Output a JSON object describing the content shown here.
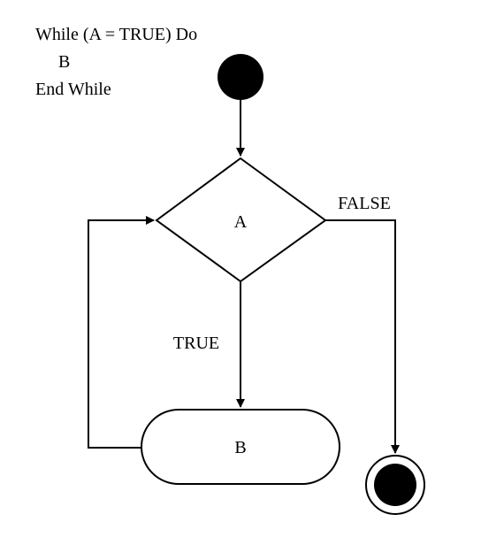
{
  "pseudocode": {
    "line1": "While (A = TRUE) Do",
    "line2": "B",
    "line3": "End While"
  },
  "diagram": {
    "decision_label": "A",
    "action_label": "B",
    "true_label": "TRUE",
    "false_label": "FALSE"
  },
  "colors": {
    "stroke": "#000000",
    "fill": "#ffffff",
    "node_fill": "#000000"
  }
}
